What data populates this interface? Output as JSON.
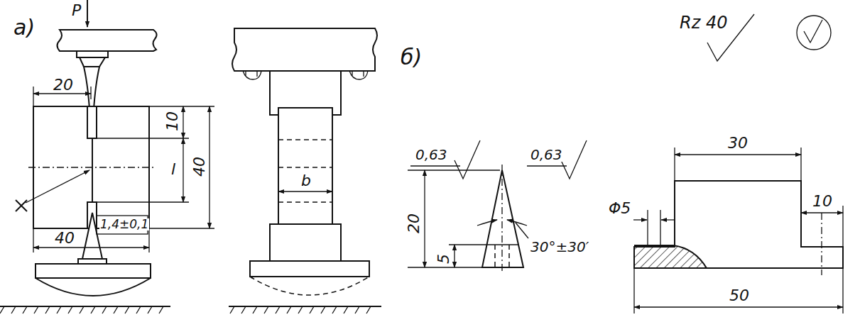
{
  "diagram": {
    "labels": [
      "а)",
      "P",
      "20",
      "10",
      "40",
      "l",
      "1,4±0,1",
      "40",
      "b",
      "б)",
      "0,63",
      "0,63",
      "20",
      "5",
      "30°±30′",
      "Rz 40",
      "30",
      "Φ5",
      "10",
      "50"
    ]
  }
}
